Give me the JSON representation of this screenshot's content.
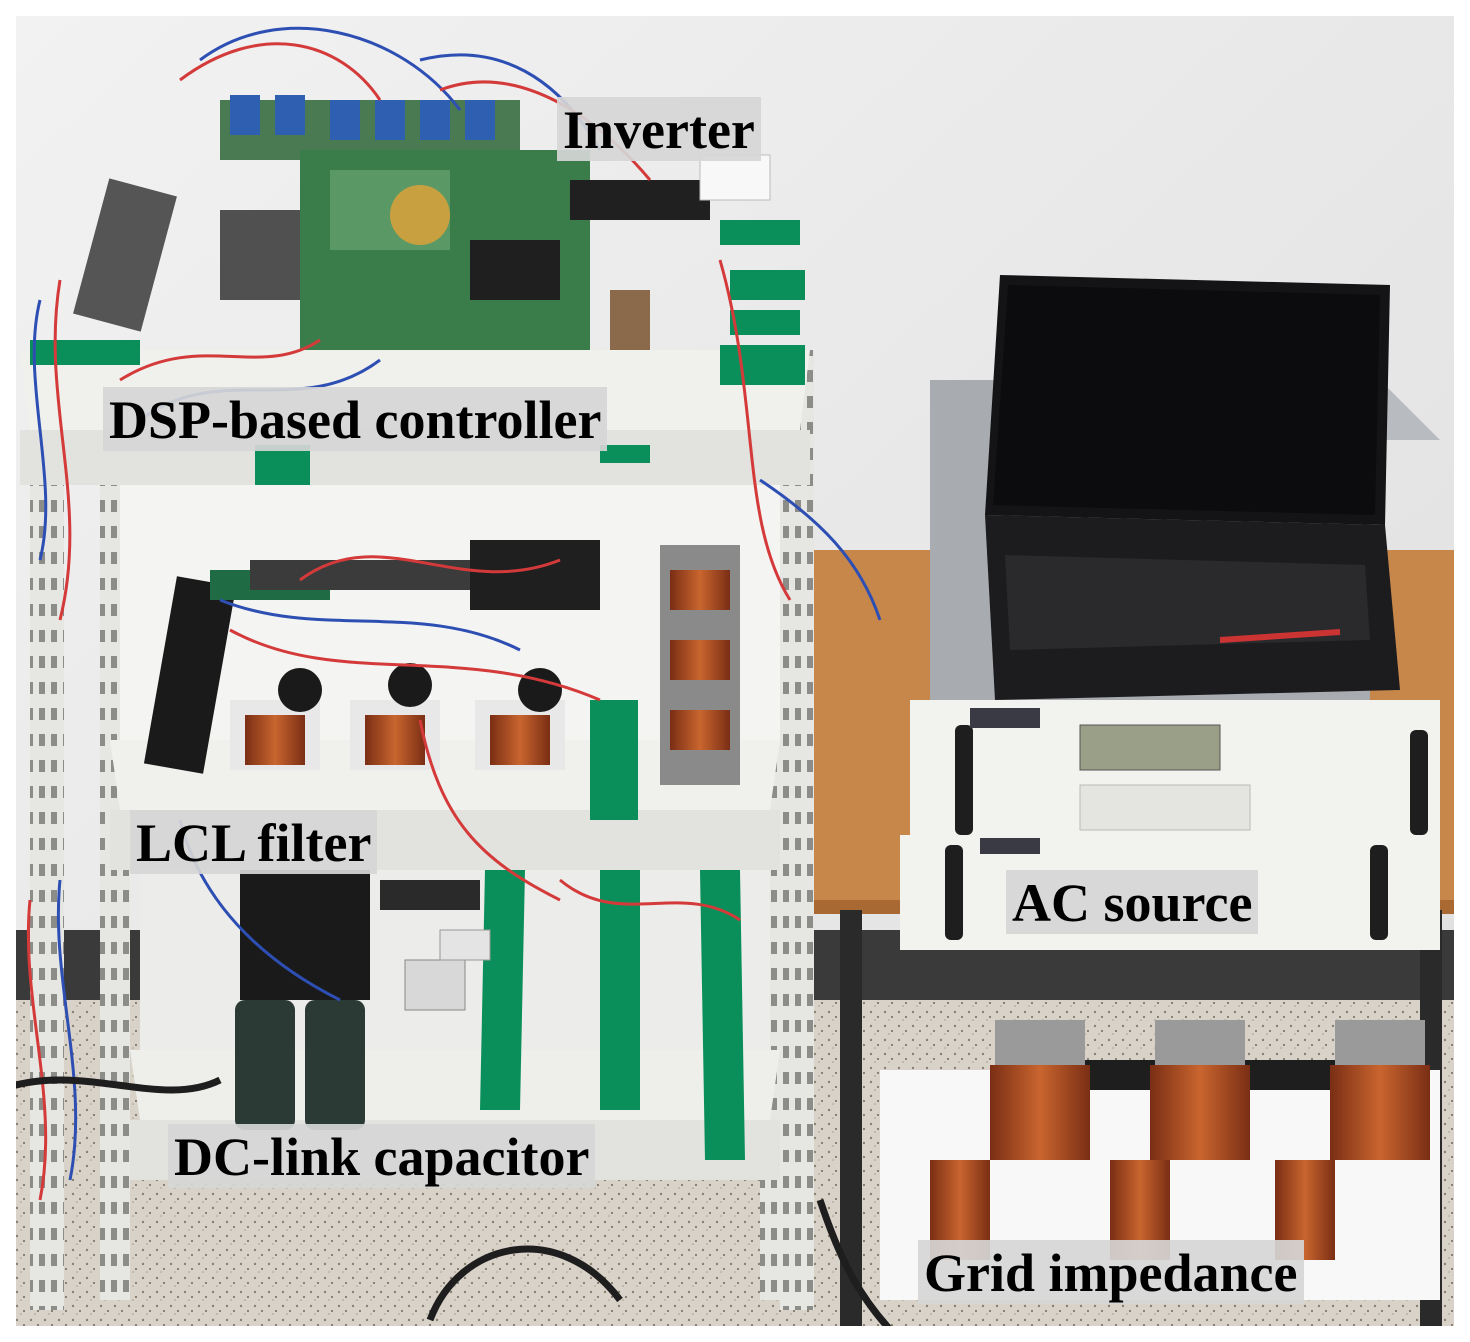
{
  "labels": {
    "inverter": "Inverter",
    "dsp_controller": "DSP-based controller",
    "lcl_filter": "LCL filter",
    "dc_link_capacitor": "DC-link capacitor",
    "ac_source": "AC source",
    "grid_impedance": "Grid impedance"
  },
  "colors": {
    "wall": "#ececec",
    "shelf": "#e8e8e4",
    "green_tape": "#0a8f5a",
    "wire_red": "#d43a3a",
    "wire_blue": "#2d4fb3",
    "pcb_green": "#3b7d4a",
    "laptop": "#1c1c1e",
    "copper": "#b5522a",
    "label_bg": "#d6d6d6"
  }
}
